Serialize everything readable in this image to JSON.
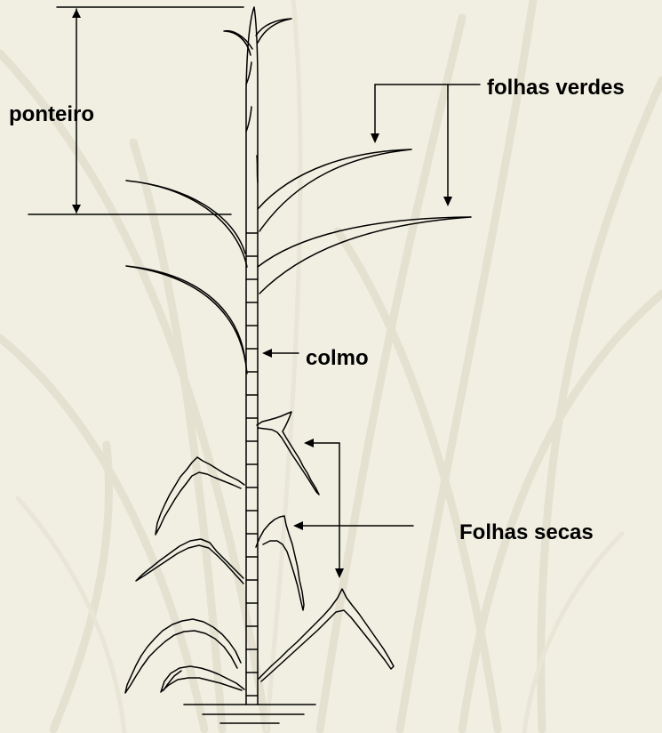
{
  "labels": {
    "ponteiro": "ponteiro",
    "folhas_verdes": "folhas verdes",
    "colmo": "colmo",
    "folhas_secas": "Folhas secas"
  },
  "colors": {
    "background": "#f1efe1",
    "background_strokes": "#e3e0d0",
    "ink": "#000000"
  }
}
